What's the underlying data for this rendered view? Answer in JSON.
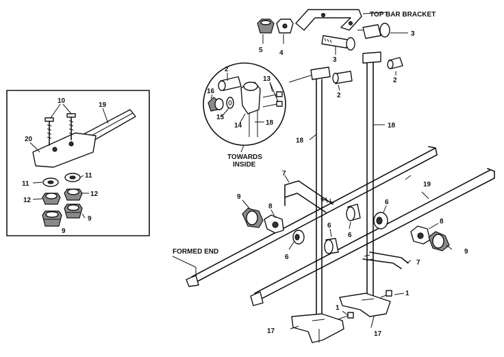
{
  "callouts": {
    "n1": "1",
    "n2": "2",
    "n3": "3",
    "n4": "4",
    "n5": "5",
    "n6": "6",
    "n7": "7",
    "n8": "8",
    "n9": "9",
    "n10": "10",
    "n11": "11",
    "n12": "12",
    "n13": "13",
    "n14": "14",
    "n15": "15",
    "n16": "16",
    "n17": "17",
    "n18": "18",
    "n19": "19",
    "n20": "20"
  },
  "labels": {
    "top_bar_bracket": "TOP BAR BRACKET",
    "towards_inside_1": "TOWARDS",
    "towards_inside_2": "INSIDE",
    "formed_end": "FORMED END"
  }
}
